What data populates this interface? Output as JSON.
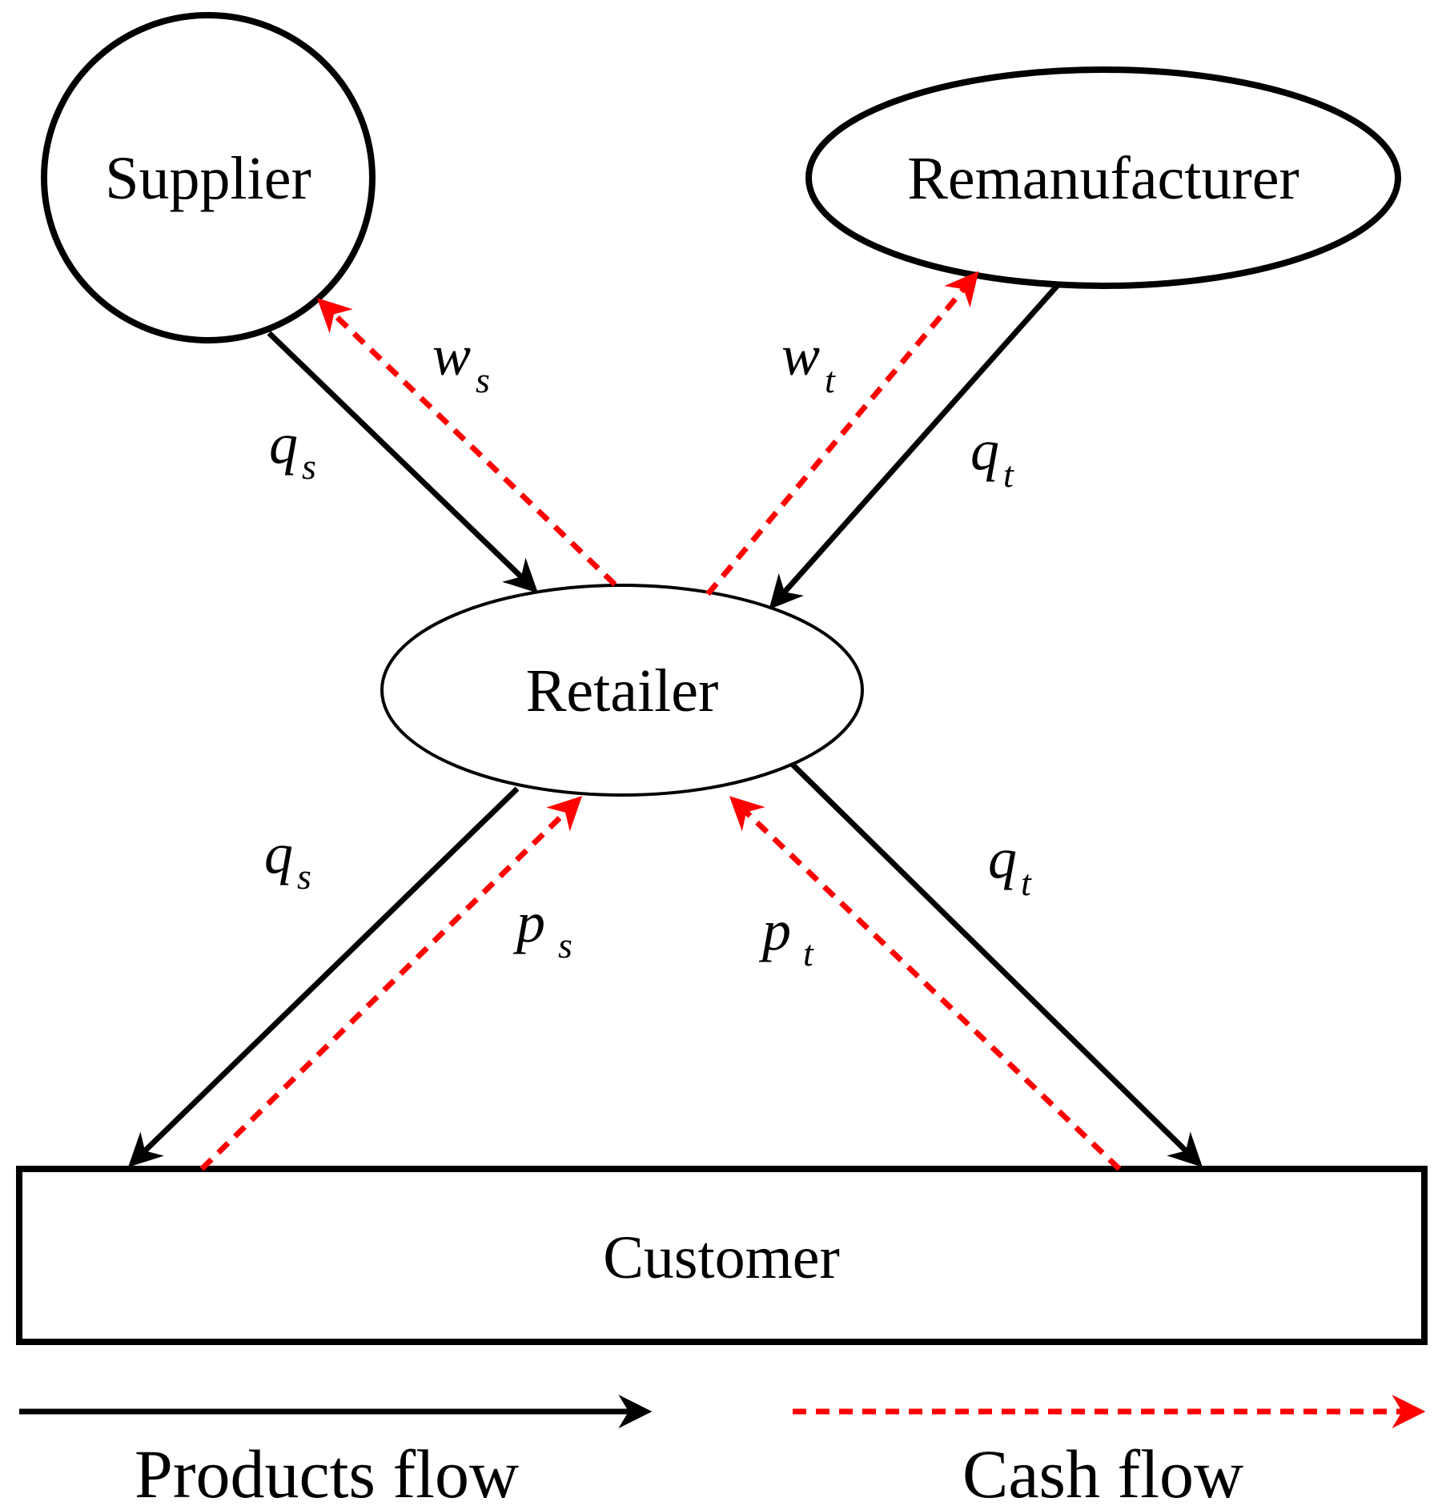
{
  "nodes": {
    "supplier": "Supplier",
    "remanufacturer": "Remanufacturer",
    "retailer": "Retailer",
    "customer": "Customer"
  },
  "flows": {
    "supplier_to_retailer_qty": {
      "main": "q",
      "sub": "s"
    },
    "retailer_to_supplier_price": {
      "main": "w",
      "sub": "s"
    },
    "retailer_to_remanufacturer_price": {
      "main": "w",
      "sub": "t"
    },
    "remanufacturer_to_retailer_qty": {
      "main": "q",
      "sub": "t"
    },
    "retailer_to_customer_qty_s": {
      "main": "q",
      "sub": "s"
    },
    "customer_to_retailer_price_s": {
      "main": "p",
      "sub": "s"
    },
    "customer_to_retailer_price_t": {
      "main": "p",
      "sub": "t"
    },
    "retailer_to_customer_qty_t": {
      "main": "q",
      "sub": "t"
    }
  },
  "legend": {
    "products": "Products flow",
    "cash": "Cash flow"
  },
  "colors": {
    "products_flow": "#000000",
    "cash_flow": "#ff0000"
  }
}
